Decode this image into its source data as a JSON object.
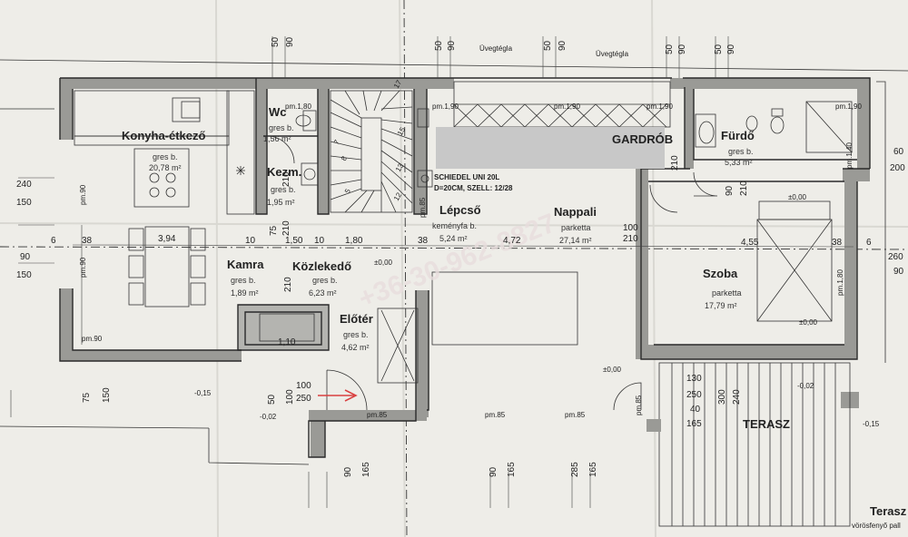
{
  "rooms": {
    "konyha": {
      "name": "Konyha-étkező",
      "floor": "gres b.",
      "area": "20,78 m²"
    },
    "wc": {
      "name": "Wc",
      "floor": "gres b.",
      "area": "1,56 m²",
      "note": "pm.1,80"
    },
    "kezm": {
      "name": "Kezm.",
      "floor": "gres b.",
      "area": "1,95 m²"
    },
    "lepcso": {
      "name": "Lépcső",
      "floor": "keményfa b.",
      "area": "5,24 m²"
    },
    "nappali": {
      "name": "Nappali",
      "floor": "parketta",
      "area": "27,14 m²"
    },
    "furdo": {
      "name": "Fürdő",
      "floor": "gres b.",
      "area": "5,33 m²"
    },
    "szoba": {
      "name": "Szoba",
      "floor": "parketta",
      "area": "17,79 m²"
    },
    "kamra": {
      "name": "Kamra",
      "floor": "gres b.",
      "area": "1,89 m²"
    },
    "kozlekedo": {
      "name": "Közlekedő",
      "floor": "gres b.",
      "area": "6,23 m²"
    },
    "eloter": {
      "name": "Előtér",
      "floor": "gres b.",
      "area": "4,62 m²"
    },
    "gardrob": {
      "name": "GARDRÓB"
    },
    "terasz": {
      "name": "TERASZ"
    },
    "terasz2": {
      "name": "Terasz",
      "sub": "vörösfenyő pall"
    }
  },
  "labels": {
    "uvegtegla1": "Üvegtégla",
    "uvegtegla2": "Üvegtégla",
    "chimney1": "SCHIEDEL UNI 20L",
    "chimney2": "D=20CM, SZELL: 12/28",
    "watermark": "+36-30-962-8827"
  },
  "dims": {
    "d50a": "50",
    "d90a": "90",
    "d50b": "50",
    "d90b": "90",
    "d50c": "50",
    "d90c": "90",
    "d50d": "50",
    "d90d": "90",
    "d50e": "50",
    "d90e": "90",
    "d240": "240",
    "d150a": "150",
    "d90l": "90",
    "d150l": "150",
    "d60": "60",
    "d200": "200",
    "d260": "260",
    "d90r": "90",
    "d394": "3,94",
    "d6a": "6",
    "d38a": "38",
    "d10a": "10",
    "d150m": "1,50",
    "d10b": "10",
    "d180": "1,80",
    "d38b": "38",
    "d472": "4,72",
    "d455": "4,55",
    "d38c": "38",
    "d6b": "6",
    "d75a": "75",
    "d150b": "150",
    "d50f": "50",
    "d100a": "100",
    "d100b": "100",
    "d250a": "250",
    "d130": "130",
    "d250b": "250",
    "d40": "40",
    "d165a": "165",
    "d300": "300",
    "d240b": "240",
    "d90bot": "90",
    "d165bot": "165",
    "d90bot2": "90",
    "d165bot2": "165",
    "d285": "285",
    "d165bot3": "165",
    "d210a": "210",
    "d75b": "75",
    "d210b": "210",
    "d210c": "210",
    "d210d": "210",
    "d90e2": "90",
    "d100c": "100",
    "d210e": "210",
    "d110": "1,10",
    "d210f": "210",
    "pm90a": "pm.90",
    "pm90b": "pm.90",
    "pm90c": "pm.90",
    "pm190a": "pm.1,90",
    "pm190b": "pm.1,90",
    "pm190c": "pm.1,90",
    "pm190d": "pm.1,90",
    "pm180": "pm.1,80",
    "pm85a": "pm.85",
    "pm85b": "pm.85",
    "pm85c": "pm.85",
    "pm85d": "pm.85",
    "pm85e": "pm.85",
    "pm140": "pm.1,40",
    "lev0a": "±0,00",
    "lev0b": "±0,00",
    "lev0c": "±0,00",
    "lev015a": "-0,15",
    "lev002a": "-0,02",
    "lev002b": "-0,02",
    "lev015b": "-0,15",
    "lev0d": "±0,00"
  },
  "stairs": [
    "1",
    "2",
    "3",
    "4",
    "5",
    "6",
    "7",
    "8",
    "9",
    "10",
    "11",
    "12",
    "13",
    "14",
    "15",
    "16",
    "17"
  ],
  "colors": {
    "wall": "#9a9a96",
    "line": "#2a2a2a",
    "watermark": "#e9dede"
  }
}
